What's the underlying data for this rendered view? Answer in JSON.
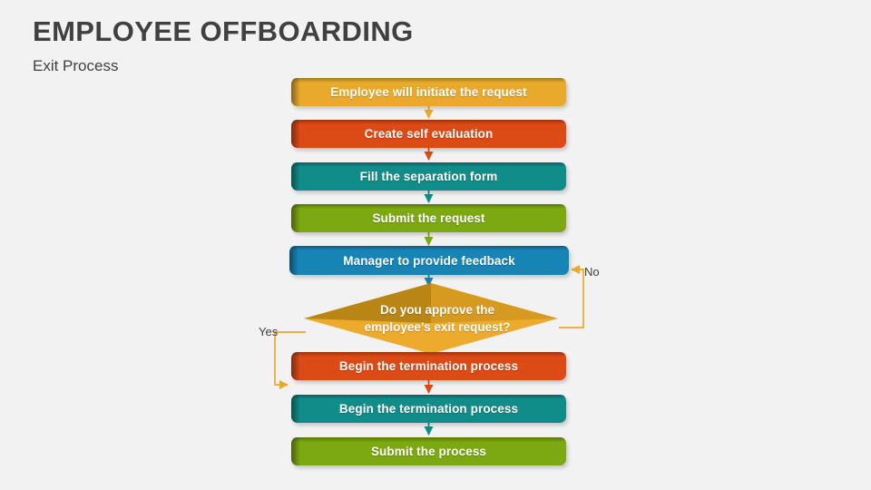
{
  "header": {
    "title": "EMPLOYEE OFFBOARDING",
    "subtitle": "Exit Process"
  },
  "colors": {
    "background": "#f2f2f2",
    "title_text": "#404040",
    "amber": "#e8a92c",
    "orange": "#dc4a16",
    "teal": "#108c89",
    "green": "#7ca811",
    "blue": "#1684b5",
    "diamond_gold": "#edab2e",
    "diamond_bevel": "#a8780d",
    "connector_yes_no": "#e8a92c"
  },
  "flow": {
    "nodes": [
      {
        "id": "initiate",
        "label": "Employee will initiate the request",
        "color": "#e8a92c",
        "shape": "rect"
      },
      {
        "id": "self-eval",
        "label": "Create self evaluation",
        "color": "#dc4a16",
        "shape": "rect"
      },
      {
        "id": "separation",
        "label": "Fill the separation form",
        "color": "#108c89",
        "shape": "rect"
      },
      {
        "id": "submit-request",
        "label": "Submit the request",
        "color": "#7ca811",
        "shape": "rect"
      },
      {
        "id": "feedback",
        "label": "Manager to provide feedback",
        "color": "#1684b5",
        "shape": "rect"
      },
      {
        "id": "approve",
        "label": "Do you approve the\nemployee’s exit request?",
        "color": "#edab2e",
        "shape": "diamond"
      },
      {
        "id": "terminate-1",
        "label": "Begin the termination process",
        "color": "#dc4a16",
        "shape": "rect"
      },
      {
        "id": "terminate-2",
        "label": "Begin the termination process",
        "color": "#108c89",
        "shape": "rect"
      },
      {
        "id": "submit-process",
        "label": "Submit the process",
        "color": "#7ca811",
        "shape": "rect"
      }
    ],
    "decision_line_1": "Do you approve the",
    "decision_line_2": "employee’s exit request?",
    "branches": {
      "yes": "Yes",
      "no": "No"
    }
  }
}
